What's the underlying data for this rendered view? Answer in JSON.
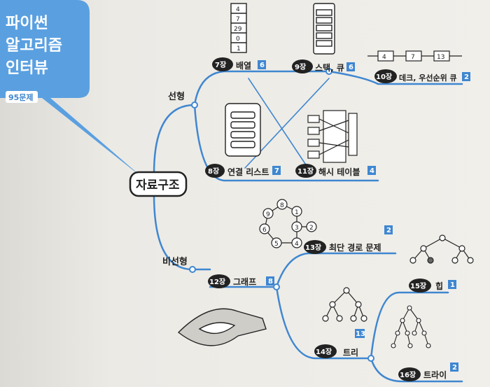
{
  "book": {
    "title_lines": [
      "파이썬",
      "알고리즘",
      "인터뷰"
    ],
    "problem_count": "95문제"
  },
  "colors": {
    "line": "#3f87d1",
    "badge": "#3f87d1",
    "bubble": "#5aa0e0",
    "chapter_blob": "#222222"
  },
  "root": {
    "label": "자료구조"
  },
  "branches": {
    "linear": {
      "label": "선형"
    },
    "nonlinear": {
      "label": "비선형"
    }
  },
  "chapters": {
    "ch7": {
      "num": "7장",
      "title": "배열",
      "count": "6"
    },
    "ch9": {
      "num": "9장",
      "title": "스택, 큐",
      "count": "6"
    },
    "ch10": {
      "num": "10장",
      "title": "데크, 우선순위 큐",
      "count": "2"
    },
    "ch8": {
      "num": "8장",
      "title": "연결 리스트",
      "count": "7"
    },
    "ch11": {
      "num": "11장",
      "title": "해시 테이블",
      "count": "4"
    },
    "ch12": {
      "num": "12장",
      "title": "그래프",
      "count": "8"
    },
    "ch13": {
      "num": "13장",
      "title": "최단 경로 문제",
      "count": "2"
    },
    "ch14": {
      "num": "14장",
      "title": "트리",
      "count": "13"
    },
    "ch15": {
      "num": "15장",
      "title": "힙",
      "count": "1"
    },
    "ch16": {
      "num": "16장",
      "title": "트라이",
      "count": "2"
    }
  },
  "illustrations": {
    "array_cells": [
      "4",
      "7",
      "29",
      "0",
      "1"
    ],
    "deque_cells": [
      "4",
      "7",
      "13"
    ],
    "graph_nodes": [
      "8",
      "1",
      "9",
      "6",
      "3",
      "2",
      "5",
      "4"
    ]
  }
}
